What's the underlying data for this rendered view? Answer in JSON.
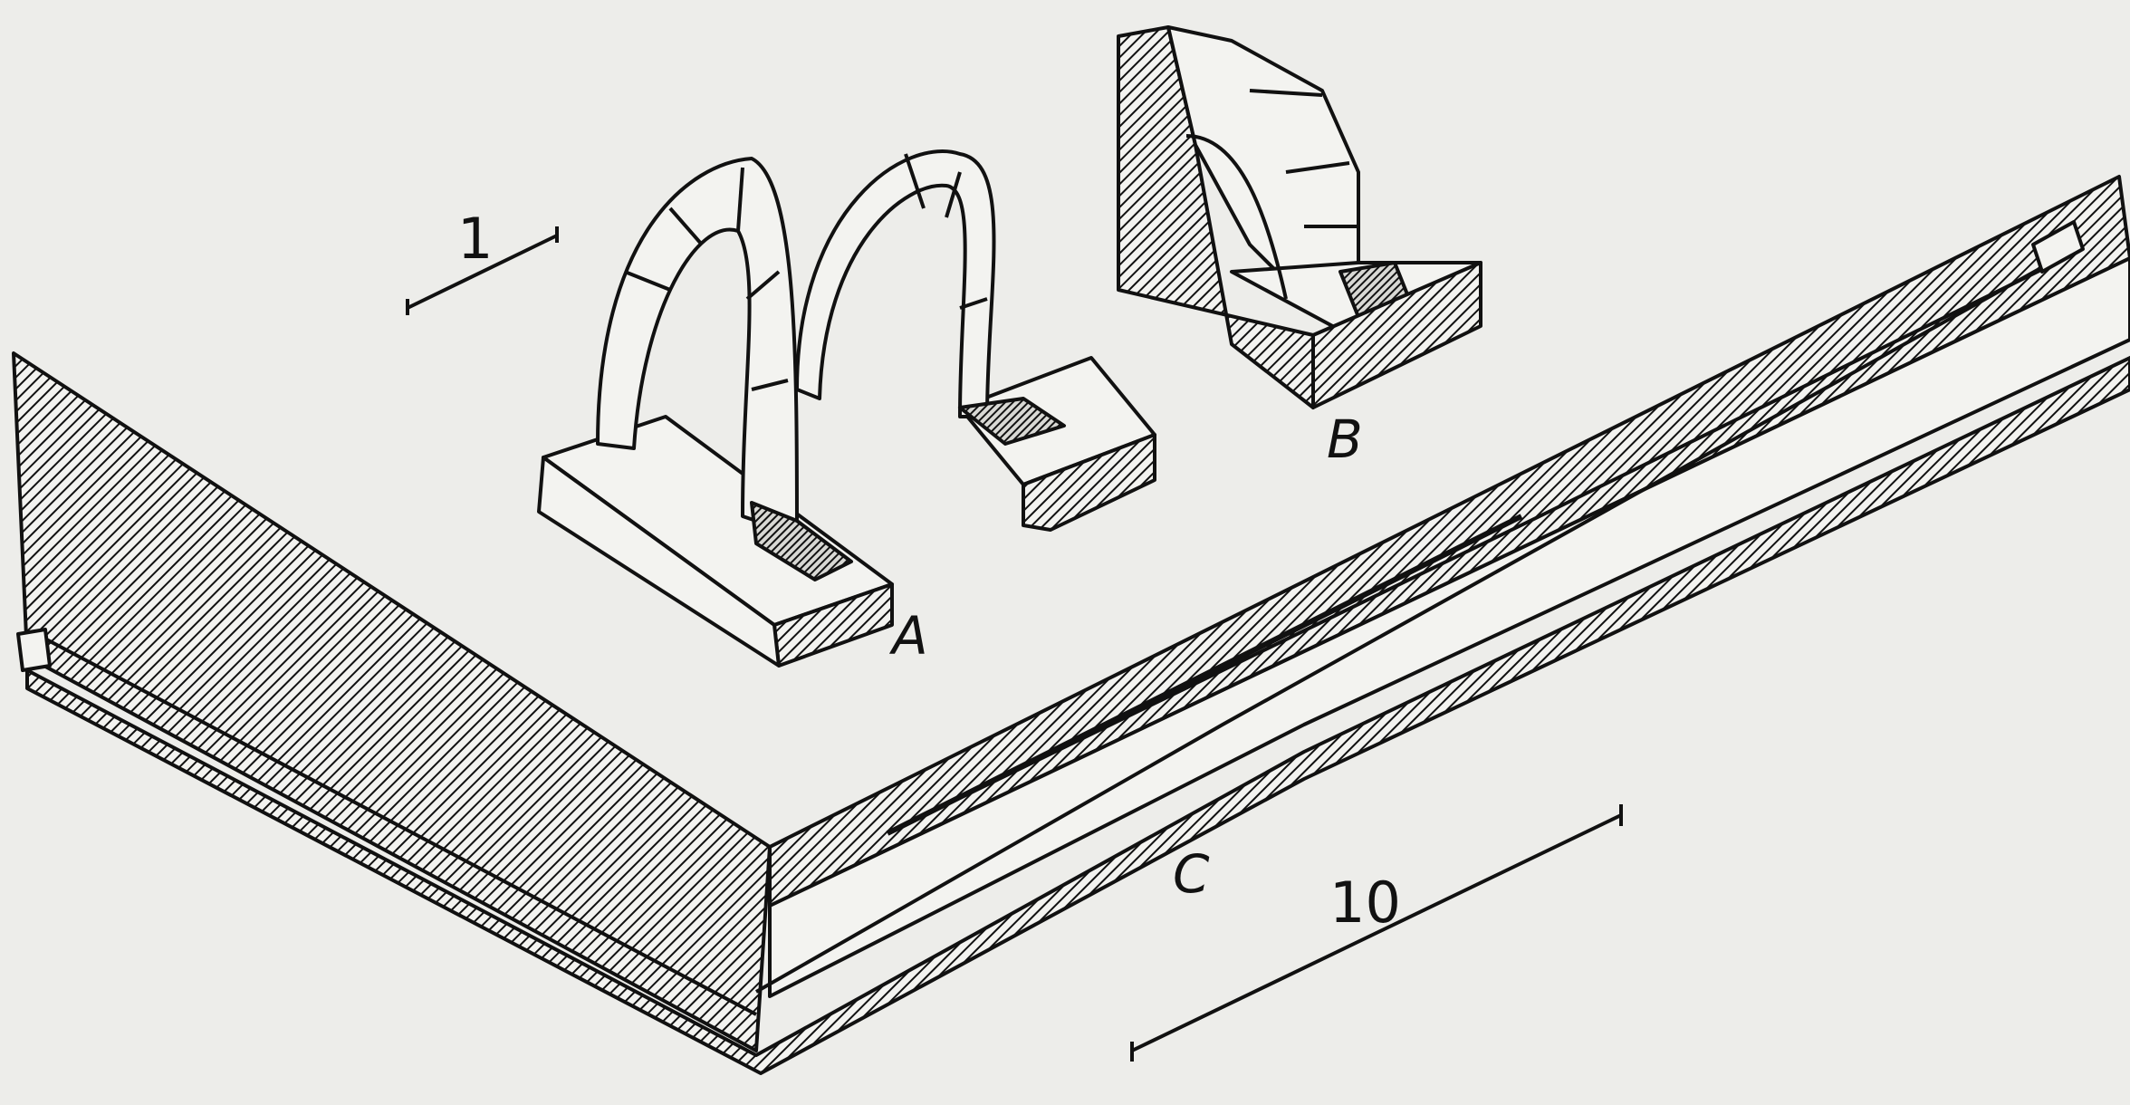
{
  "labels": {
    "a": "A",
    "b": "B",
    "c": "C",
    "scale_small": "1",
    "scale_large": "10"
  },
  "colors": {
    "paper": "#ededea",
    "ink": "#111111"
  }
}
